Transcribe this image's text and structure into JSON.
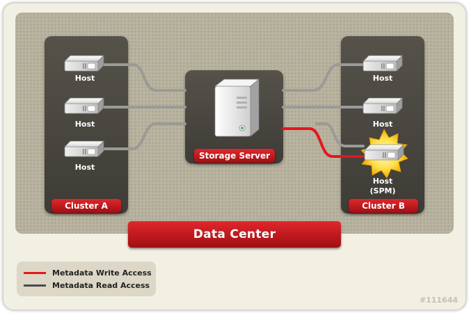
{
  "diagram": {
    "data_center_label": "Data Center",
    "storage_server_label": "Storage Server",
    "cluster_a": {
      "label": "Cluster A",
      "hosts": [
        {
          "label": "Host"
        },
        {
          "label": "Host"
        },
        {
          "label": "Host"
        }
      ]
    },
    "cluster_b": {
      "label": "Cluster B",
      "hosts": [
        {
          "label": "Host"
        },
        {
          "label": "Host"
        }
      ],
      "spm_host": {
        "label_line1": "Host",
        "label_line2": "(SPM)"
      }
    },
    "legend": {
      "write": {
        "label": "Metadata Write Access",
        "color": "#e3171d"
      },
      "read": {
        "label": "Metadata Read Access",
        "color": "#4a4a4a"
      }
    },
    "figure_id": "#111644"
  },
  "colors": {
    "accent_red": "#c4161c",
    "connection_gray": "#9a9a96",
    "panel_dark": "#46443e",
    "background": "#b9b4a0"
  },
  "icons": {
    "host": "server-host-icon",
    "storage": "storage-tower-icon",
    "spm_burst": "starburst-icon"
  }
}
